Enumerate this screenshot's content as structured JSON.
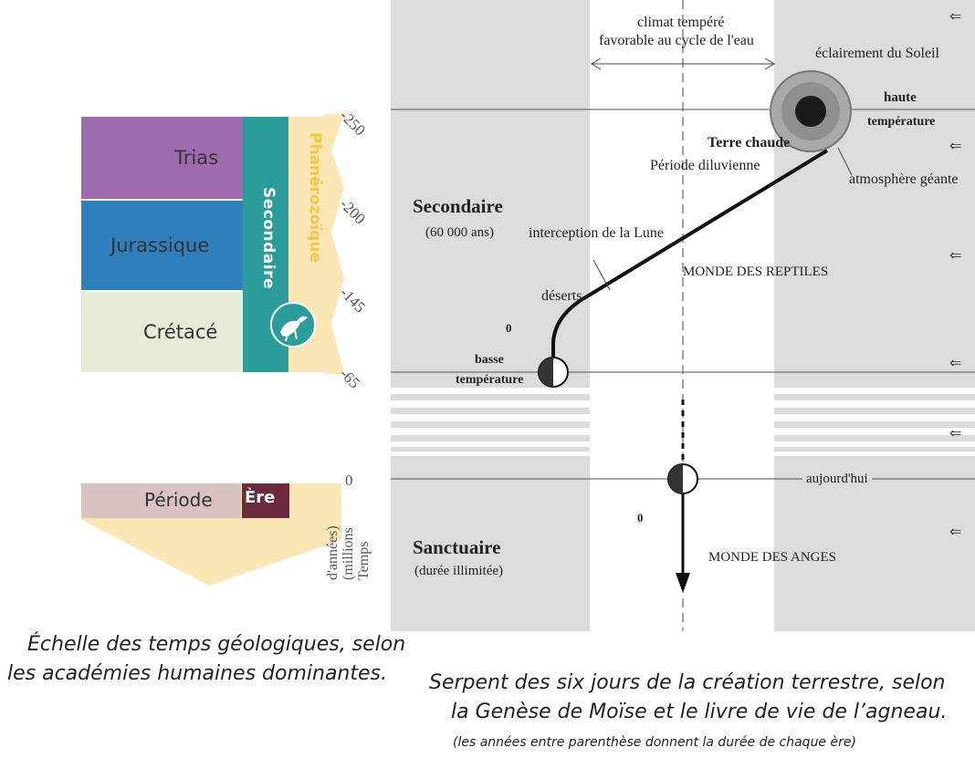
{
  "left_scale": {
    "periods": [
      "Trias",
      "Jurassique",
      "Crétacé"
    ],
    "era": "Secondaire",
    "eon": "Phanérozoïque",
    "ticks": [
      "-250",
      "-200",
      "-145",
      "-65"
    ],
    "legend": {
      "zero": "0",
      "period": "Période",
      "era": "Ère",
      "time_label_1": "Temps",
      "time_label_2": "(millions",
      "time_label_3": "d'années)"
    },
    "colors": {
      "trias": "#a06aae",
      "jurassique": "#2f7fbd",
      "cretace": "#e7ecd7",
      "era": "#2a9c9c",
      "eon": "#fbe7b5"
    },
    "caption_line1": "Échelle des temps géologiques, selon",
    "caption_line2": "les académies humaines dominantes."
  },
  "diagram": {
    "top_label_1": "climat tempéré",
    "top_label_2": "favorable au cycle de l'eau",
    "sun_label": "éclairement du Soleil",
    "haute": "haute",
    "temperature_hot": "température",
    "terre_chaude": "Terre chaude",
    "periode_diluvienne": "Période diluvienne",
    "atmosphere": "atmosphère géante",
    "era_title": "Secondaire",
    "era_duration": "(60 000 ans)",
    "lune": "interception de la Lune",
    "reptiles": "MONDE DES REPTILES",
    "deserts": "déserts",
    "zero_mark": "0",
    "basse": "basse",
    "temperature_cold": "température",
    "today": "aujourd'hui",
    "zero_mark2": "0",
    "sanctuary_title": "Sanctuaire",
    "sanctuary_duration": "(durée illimitée)",
    "anges": "MONDE DES ANGES",
    "arrow_glyph": "⇐",
    "caption_line1": "Serpent des six jours de la création terrestre, selon",
    "caption_line2": "la Genèse de Moïse et le livre de vie de l’agneau.",
    "caption_note": "(les années entre parenthèse donnent la durée de chaque ère)"
  }
}
